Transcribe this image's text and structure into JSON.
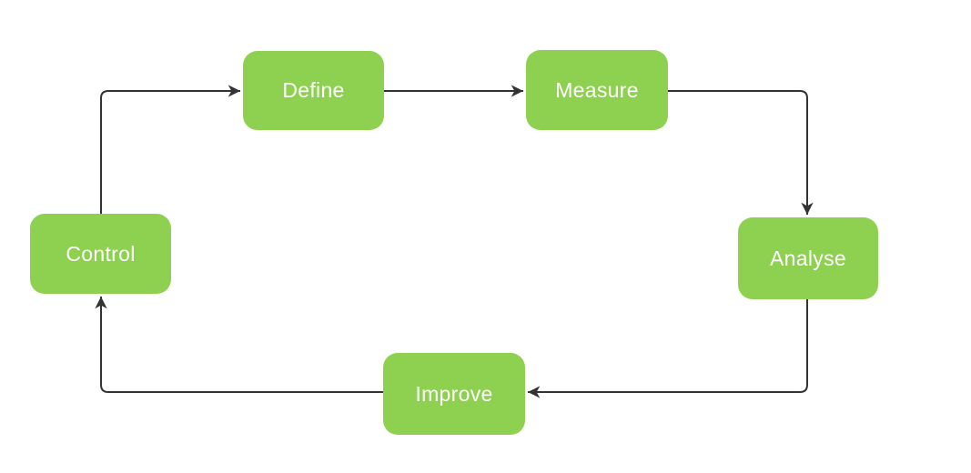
{
  "diagram": {
    "type": "cycle-flowchart",
    "nodes": [
      {
        "id": "define",
        "label": "Define"
      },
      {
        "id": "measure",
        "label": "Measure"
      },
      {
        "id": "analyse",
        "label": "Analyse"
      },
      {
        "id": "improve",
        "label": "Improve"
      },
      {
        "id": "control",
        "label": "Control"
      }
    ],
    "edges": [
      {
        "from": "control",
        "to": "define"
      },
      {
        "from": "define",
        "to": "measure"
      },
      {
        "from": "measure",
        "to": "analyse"
      },
      {
        "from": "analyse",
        "to": "improve"
      },
      {
        "from": "improve",
        "to": "control"
      }
    ],
    "colors": {
      "node_fill": "#8ED04F",
      "node_text": "#FFFFFF",
      "connector": "#333333",
      "background": "#FFFFFF"
    }
  }
}
